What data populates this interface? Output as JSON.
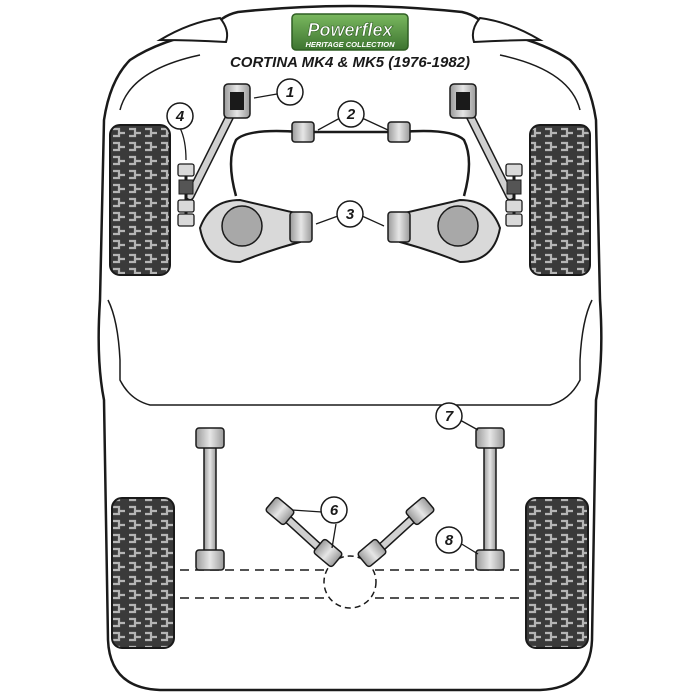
{
  "logo": {
    "brand": "Powerflex",
    "tagline": "HERITAGE COLLECTION"
  },
  "title": "CORTINA MK4 & MK5 (1976-1982)",
  "callouts": [
    {
      "id": "1",
      "label": "1"
    },
    {
      "id": "2",
      "label": "2"
    },
    {
      "id": "3",
      "label": "3"
    },
    {
      "id": "4",
      "label": "4"
    },
    {
      "id": "6",
      "label": "6"
    },
    {
      "id": "7",
      "label": "7"
    },
    {
      "id": "8",
      "label": "8"
    }
  ],
  "colors": {
    "outline": "#1a1a1a",
    "body_fill": "#ffffff",
    "tyre_fill": "#3a3a3a",
    "tyre_tread": "#9a9a9a",
    "part_fill": "#d9d9d9",
    "part_shade": "#a8a8a8",
    "logo_green": "#4e8a3c",
    "logo_dark": "#2f5e23"
  }
}
